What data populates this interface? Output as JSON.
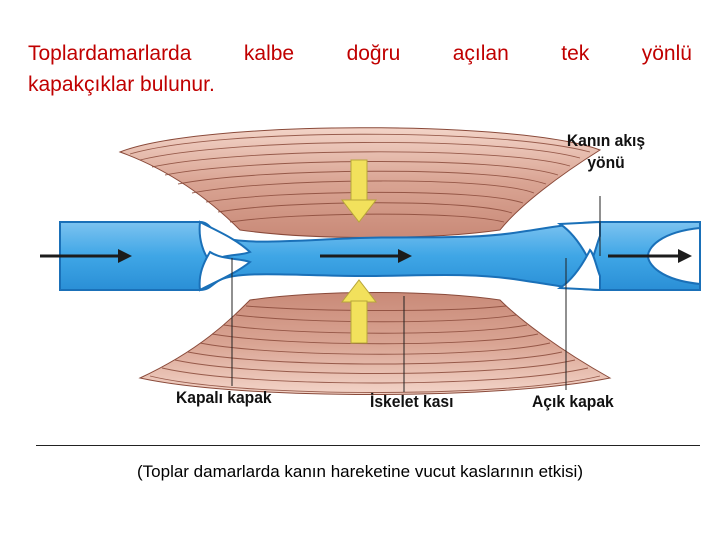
{
  "heading": {
    "words_line1": [
      "Toplardamarlarda",
      "kalbe",
      "doğru",
      "açılan",
      "tek",
      "yönlü"
    ],
    "line2": "kapakçıklar bulunur."
  },
  "diagram": {
    "labels": {
      "flow_direction_line1": "Kanın akış",
      "flow_direction_line2": "yönü",
      "closed_valve": "Kapalı kapak",
      "skeletal_muscle": "İskelet kası",
      "open_valve": "Açık kapak"
    },
    "colors": {
      "vein": "#3fa6e6",
      "vein_dark": "#1a70b8",
      "muscle": "#d9a99a",
      "muscle_line": "#8a4a3a",
      "pressure_arrow": "#f2e15c"
    }
  },
  "caption": "(Toplar damarlarda kanın hareketine vucut kaslarının etkisi)"
}
